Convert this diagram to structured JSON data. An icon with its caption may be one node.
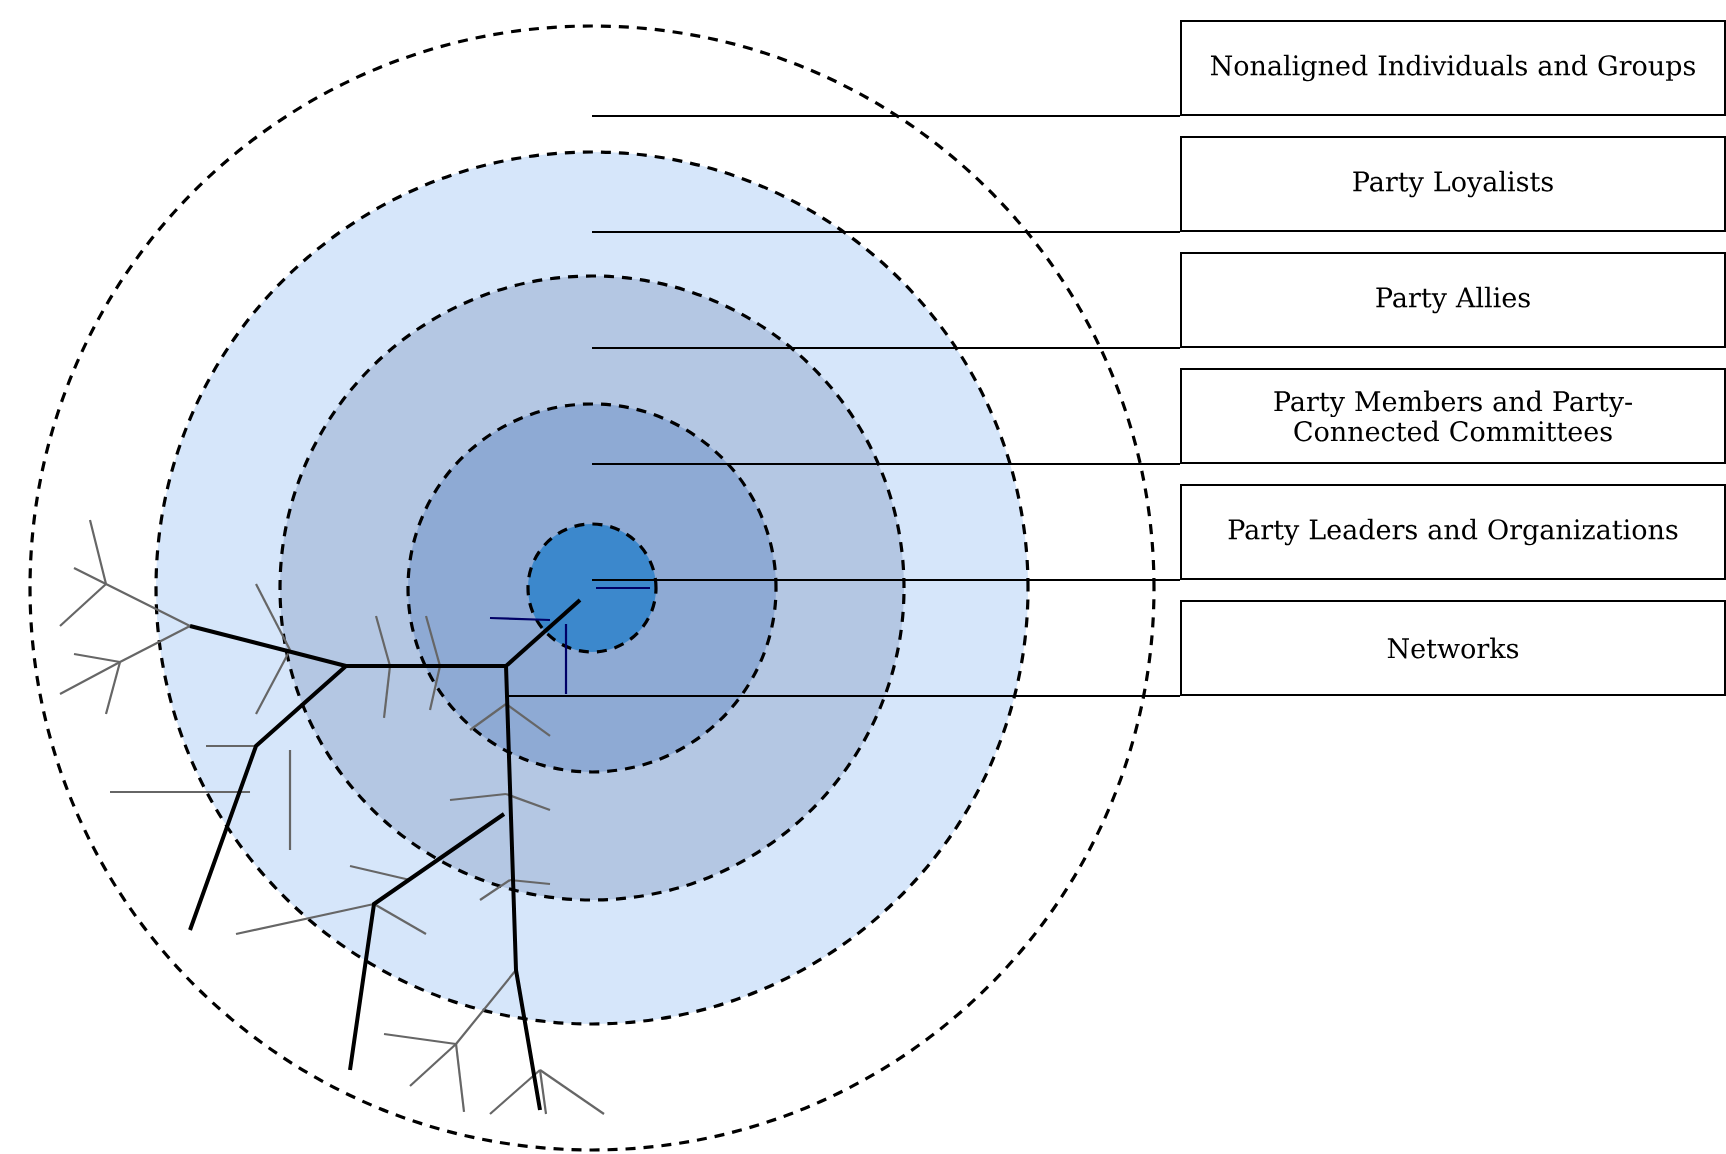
{
  "diagram": {
    "nodes": [
      {
        "text": [],
        "shape": "circle"
      },
      {
        "text": [],
        "shape": "circle",
        "in": 0
      },
      {
        "text": [],
        "shape": "circle",
        "in": 1
      },
      {
        "text": [],
        "shape": "circle",
        "in": 2
      },
      {
        "text": [],
        "shape": "circle"
      },
      {
        "text": [],
        "shape": "picture",
        "in": 0
      },
      {
        "text": [
          "Nonaligned Individuals and Groups"
        ]
      },
      {
        "text": [
          "Party Loyalists"
        ]
      },
      {
        "text": [
          "Party Allies"
        ]
      },
      {
        "text": [
          "Party Members and Party-Connected Committees"
        ]
      },
      {
        "text": [
          "Party Leaders and Organizations"
        ]
      },
      {
        "text": [
          "Networks"
        ]
      }
    ],
    "edges": [
      {
        "from": 6,
        "to": 0,
        "arrow": "none"
      },
      {
        "from": 7,
        "to": 1,
        "arrow": "none"
      },
      {
        "from": 8,
        "to": 2,
        "arrow": "none"
      },
      {
        "from": 9,
        "to": 3,
        "arrow": "none"
      },
      {
        "from": 10,
        "to": 4,
        "arrow": "none"
      },
      {
        "from": 11,
        "to": 5,
        "arrow": "none"
      }
    ]
  }
}
